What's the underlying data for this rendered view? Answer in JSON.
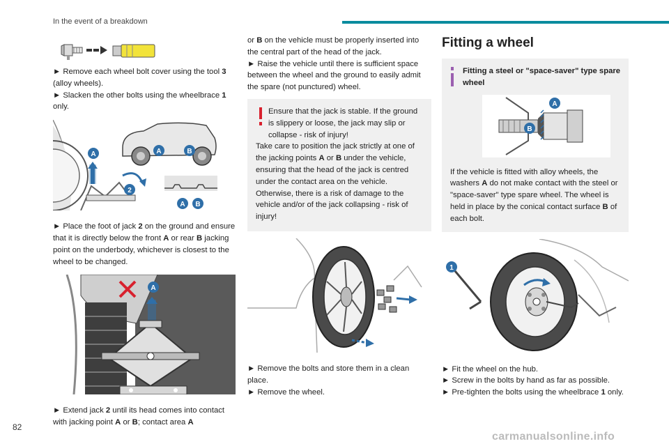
{
  "header": {
    "title": "In the event of a breakdown"
  },
  "page_number": "82",
  "watermark": "carmanualsonline.info",
  "col1": {
    "p1": [
      {
        "t": "► Remove each wheel bolt cover using the tool "
      },
      {
        "t": "3",
        "b": true
      },
      {
        "t": " (alloy wheels)."
      }
    ],
    "p2": [
      {
        "t": "► Slacken the other bolts using the wheelbrace "
      },
      {
        "t": "1",
        "b": true
      },
      {
        "t": " only."
      }
    ],
    "fig1_labels": [
      "A",
      "2",
      "A",
      "B",
      "A",
      "B"
    ],
    "p3": [
      {
        "t": "► Place the foot of jack "
      },
      {
        "t": "2",
        "b": true
      },
      {
        "t": " on the ground and ensure that it is directly below the front "
      },
      {
        "t": "A",
        "b": true
      },
      {
        "t": " or rear "
      },
      {
        "t": "B",
        "b": true
      },
      {
        "t": " jacking point on the underbody, whichever is closest to the wheel to be changed."
      }
    ],
    "fig2_label": "A",
    "p4": [
      {
        "t": "► Extend jack "
      },
      {
        "t": "2",
        "b": true
      },
      {
        "t": " until its head comes into contact with jacking point "
      },
      {
        "t": "A",
        "b": true
      },
      {
        "t": " or "
      },
      {
        "t": "B",
        "b": true
      },
      {
        "t": "; contact area "
      },
      {
        "t": "A",
        "b": true
      }
    ]
  },
  "col2": {
    "p1": [
      {
        "t": "or "
      },
      {
        "t": "B",
        "b": true
      },
      {
        "t": " on the vehicle must be properly inserted into the central part of the head of the jack."
      }
    ],
    "p2": [
      {
        "t": "► Raise the vehicle until there is sufficient space between the wheel and the ground to easily admit the spare (not punctured) wheel."
      }
    ],
    "warning": {
      "p1": [
        {
          "t": "Ensure that the jack is stable. If the ground is slippery or loose, the jack may slip or collapse - risk of injury!"
        }
      ],
      "p2": [
        {
          "t": "Take care to position the jack strictly at one of the jacking points "
        },
        {
          "t": "A",
          "b": true
        },
        {
          "t": " or "
        },
        {
          "t": "B",
          "b": true
        },
        {
          "t": " under the vehicle, ensuring that the head of the jack is centred under the contact area on the vehicle. Otherwise, there is a risk of damage to the vehicle and/or of the jack collapsing - risk of injury!"
        }
      ]
    },
    "p3": [
      {
        "t": "► Remove the bolts and store them in a clean place."
      }
    ],
    "p4": [
      {
        "t": "► Remove the wheel."
      }
    ]
  },
  "col3": {
    "heading": "Fitting a wheel",
    "info": {
      "title": "Fitting a steel or \"space-saver\" type spare wheel",
      "fig_labels": [
        "A",
        "B"
      ],
      "p1": [
        {
          "t": "If the vehicle is fitted with alloy wheels, the washers "
        },
        {
          "t": "A",
          "b": true
        },
        {
          "t": " do not make contact with the steel or \"space-saver\" type spare wheel. The wheel is held in place by the conical contact surface "
        },
        {
          "t": "B",
          "b": true
        },
        {
          "t": " of each bolt."
        }
      ]
    },
    "fig_label": "1",
    "p1": [
      {
        "t": "► Fit the wheel on the hub."
      }
    ],
    "p2": [
      {
        "t": "► Screw in the bolts by hand as far as possible."
      }
    ],
    "p3": [
      {
        "t": "► Pre-tighten the bolts using the wheelbrace "
      },
      {
        "t": "1",
        "b": true
      },
      {
        "t": " only."
      }
    ]
  },
  "colors": {
    "accent": "#0a8c9e",
    "marker_blue": "#2f6fa8",
    "warning_red": "#d8212e",
    "info_purple": "#9b5fb0",
    "box_bg": "#f0f0f0"
  }
}
